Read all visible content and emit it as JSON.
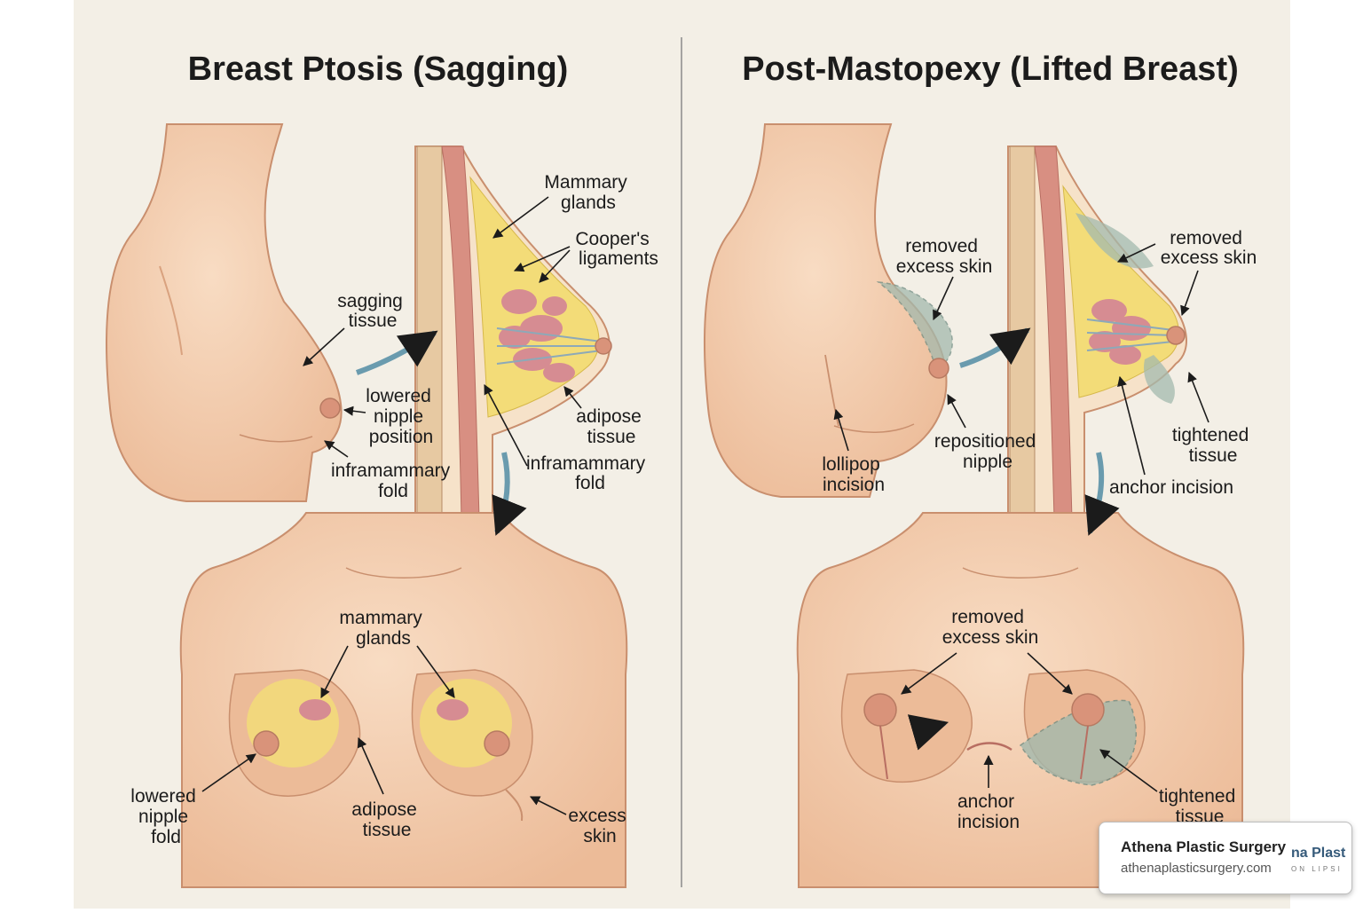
{
  "colors": {
    "paper": "#f3efe6",
    "skin": "#f1c8a8",
    "skin_dark": "#d59b7b",
    "fat": "#f3dc78",
    "gland": "#d68c92",
    "muscle": "#d88f82",
    "arrow_teal": "#6a9bae",
    "removed_zone": "#a3b9ad"
  },
  "left_panel": {
    "title": "Breast Ptosis (Sagging)",
    "side_labels": {
      "sagging_tissue": [
        "sagging",
        "tissue"
      ],
      "lowered_nipple_position": [
        "lowered",
        "nipple",
        "position"
      ],
      "inframammary_fold": [
        "inframammary",
        "fold"
      ]
    },
    "cross_labels": {
      "mammary_glands": [
        "Mammary",
        "glands"
      ],
      "coopers_ligaments": [
        "Cooper's",
        "ligaments"
      ],
      "adipose_tissue": [
        "adipose",
        "tissue"
      ],
      "inframammary_fold": [
        "inframammary",
        "fold"
      ]
    },
    "front_labels": {
      "mammary_glands": [
        "mammary",
        "glands"
      ],
      "lowered_nipple_fold": [
        "lowered",
        "nipple",
        "fold"
      ],
      "adipose_tissue": [
        "adipose",
        "tissue"
      ],
      "excess_skin": [
        "excess",
        "skin"
      ]
    }
  },
  "right_panel": {
    "title": "Post-Mastopexy (Lifted Breast)",
    "side_labels": {
      "removed_excess_skin": [
        "removed",
        "excess skin"
      ],
      "lollipop_incision": [
        "lollipop",
        "incision"
      ],
      "repositioned_nipple": [
        "repositioned",
        "nipple"
      ]
    },
    "cross_labels": {
      "removed_excess_skin": [
        "removed",
        "excess skin"
      ],
      "tightened_tissue": [
        "tightened",
        "tissue"
      ],
      "anchor_incision": [
        "anchor incision"
      ]
    },
    "front_labels": {
      "removed_excess_skin": [
        "removed",
        "excess skin"
      ],
      "anchor_incision": [
        "anchor",
        "incision"
      ],
      "tightened_tissue": [
        "tightened",
        "tissue"
      ]
    }
  },
  "watermark": {
    "name": "Athena Plastic Surgery",
    "url": "athenaplasticsurgery.com",
    "logo_main": "na Plast",
    "logo_sub": "ON LIPSI"
  }
}
